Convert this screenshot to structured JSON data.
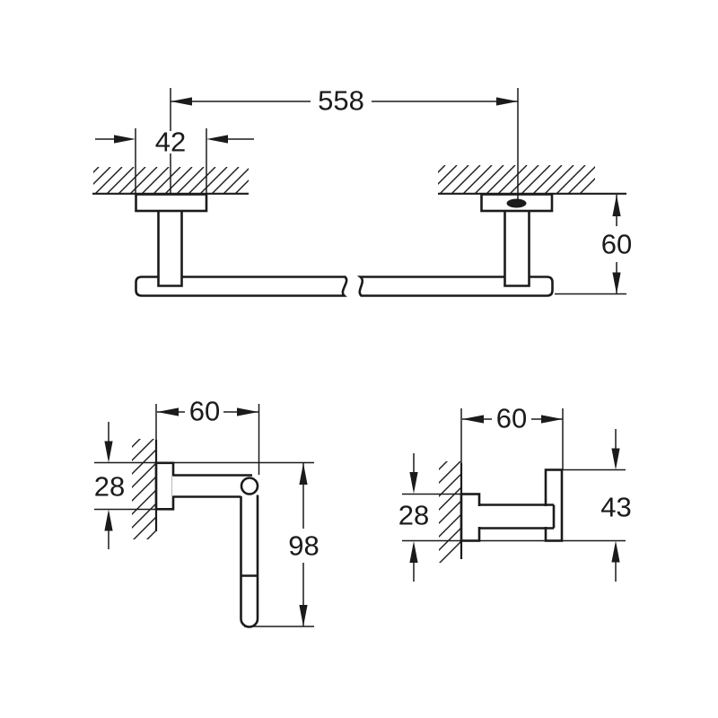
{
  "drawing": {
    "title": "Bathroom accessories dimension drawing",
    "colors": {
      "line": "#1b1b1b",
      "background": "#ffffff"
    },
    "views": {
      "towel_bar": {
        "name": "towel-bar-front-elevation",
        "dims": {
          "length": "558",
          "mount_width": "42",
          "height": "60"
        }
      },
      "paper_holder": {
        "name": "paper-holder-side-elevation",
        "dims": {
          "depth": "60",
          "mount_height": "28",
          "height": "98"
        }
      },
      "hook": {
        "name": "robe-hook-side-elevation",
        "dims": {
          "depth": "60",
          "mount_height": "28",
          "height": "43"
        }
      }
    }
  }
}
